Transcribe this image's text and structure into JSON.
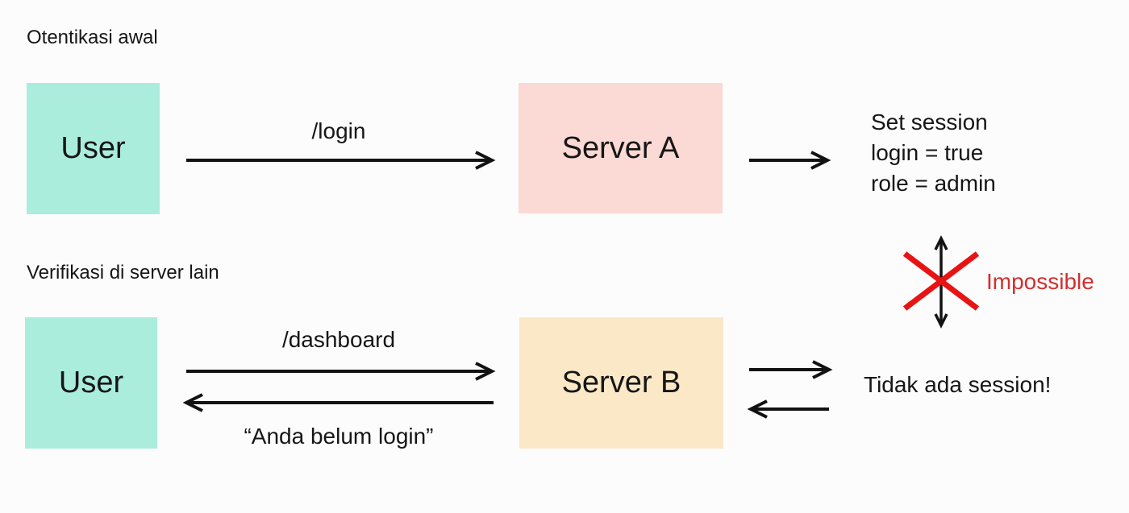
{
  "diagram": {
    "section_top": {
      "title": "Otentikasi awal",
      "user_label": "User",
      "server_label": "Server A",
      "request_label": "/login",
      "result_lines": [
        "Set session",
        "login = true",
        "role = admin"
      ]
    },
    "section_bottom": {
      "title": "Verifikasi di server lain",
      "user_label": "User",
      "server_label": "Server B",
      "request_label": "/dashboard",
      "response_label": "“Anda belum login”",
      "result_label": "Tidak ada session!"
    },
    "impossible_label": "Impossible"
  },
  "colors": {
    "background": "#FCFCFC",
    "user_box": "#AAEDDC",
    "server_a_box": "#FBD9D4",
    "server_b_box": "#FBE8C6",
    "text": "#161616",
    "arrow": "#121212",
    "cross_red": "#E81313",
    "impossible_red": "#D32F2F"
  }
}
